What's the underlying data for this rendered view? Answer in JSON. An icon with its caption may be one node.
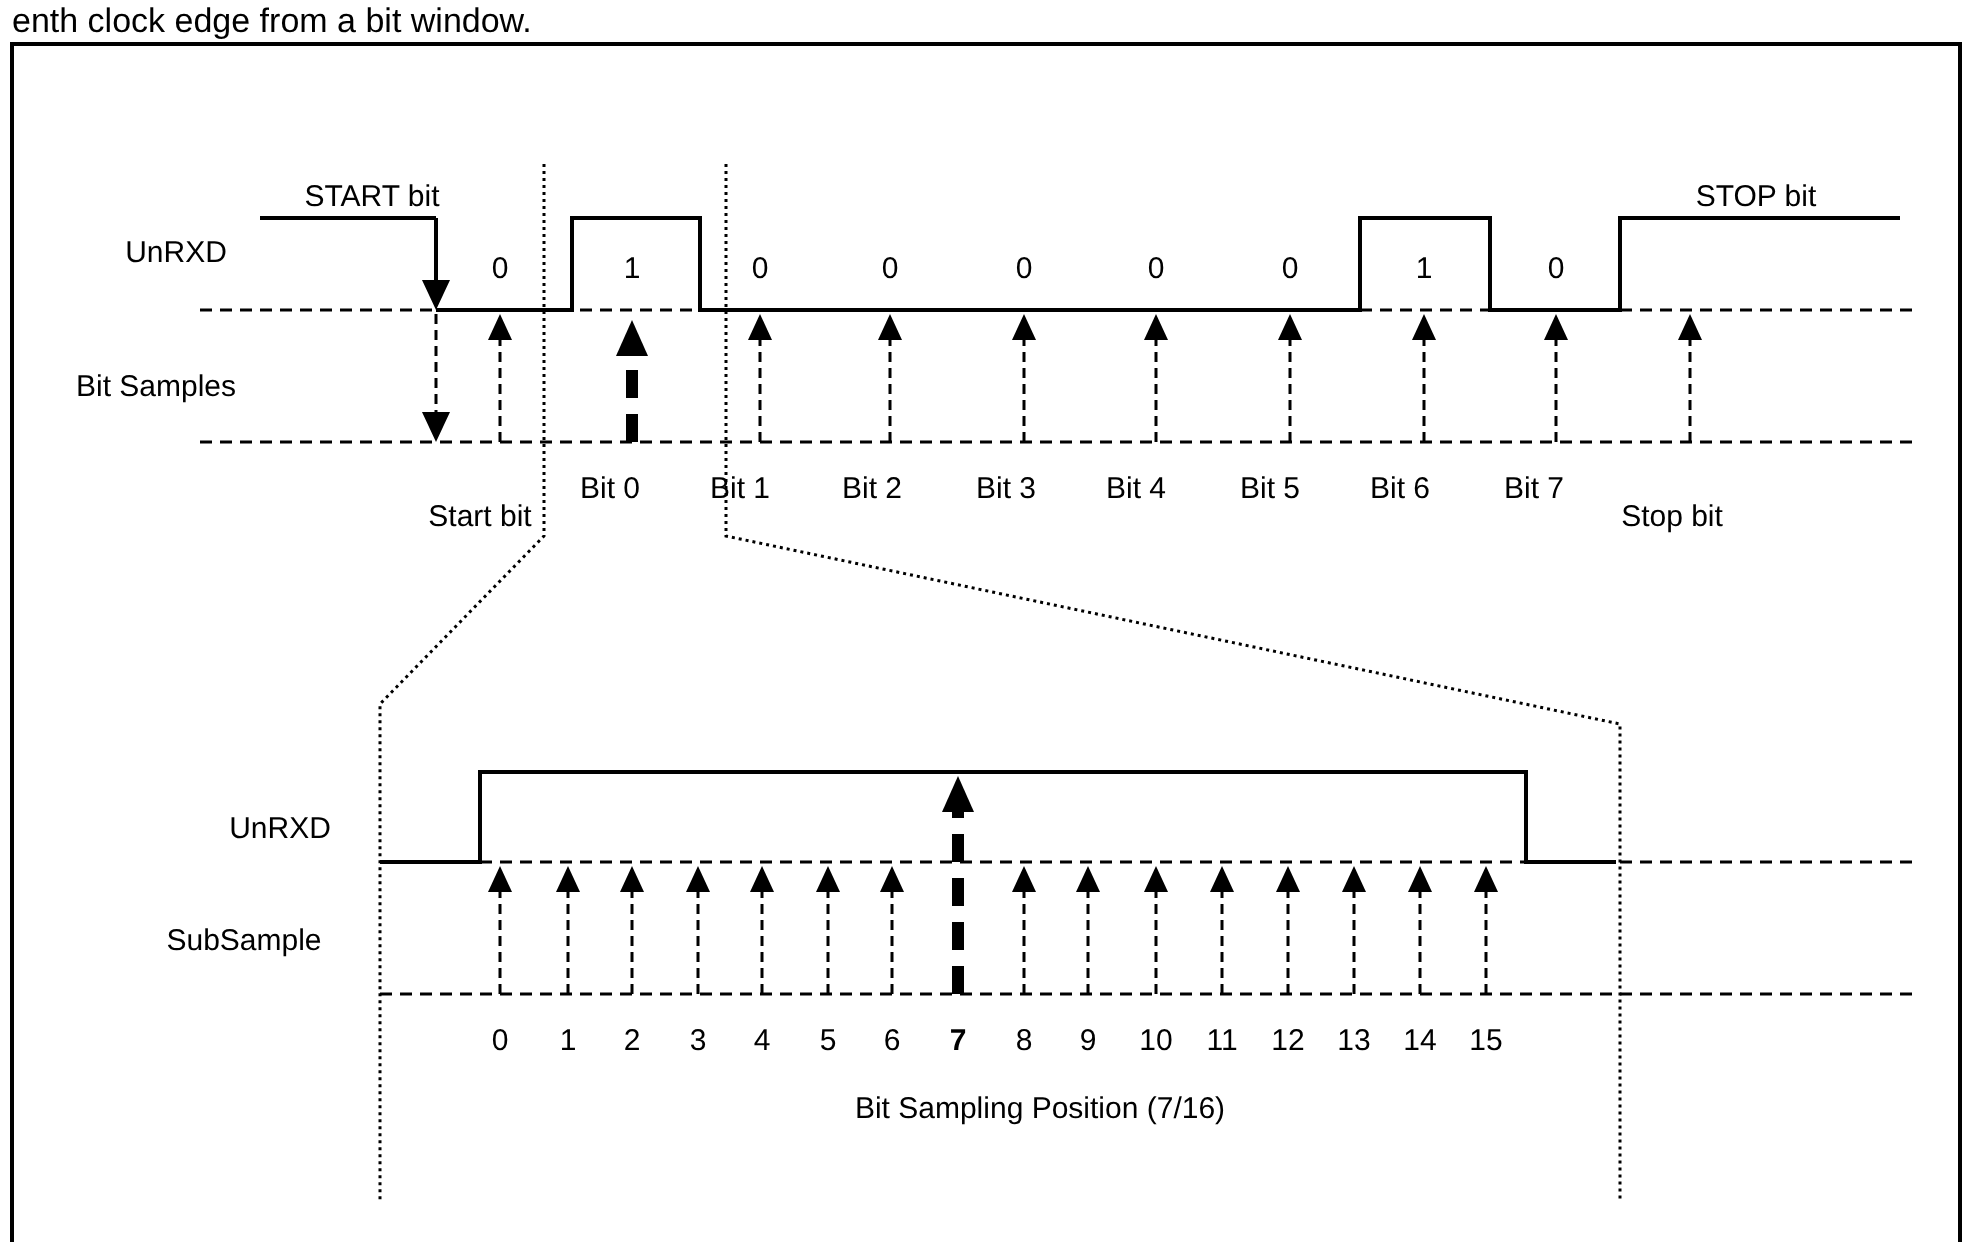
{
  "diagram": {
    "labels": [
      "enth clock edge from a bit window.",
      "START bit",
      "UnRXD",
      "STOP bit",
      "0",
      "1",
      "0",
      "0",
      "0",
      "0",
      "0",
      "1",
      "0",
      "Bit Samples",
      "Start bit",
      "Bit 0",
      "Bit 1",
      "Bit 2",
      "Bit 3",
      "Bit 4",
      "Bit 5",
      "Bit 6",
      "Bit 7",
      "Stop bit",
      "UnRXD",
      "SubSample",
      "0",
      "1",
      "2",
      "3",
      "4",
      "5",
      "6",
      "7",
      "8",
      "9",
      "10",
      "11",
      "12",
      "13",
      "14",
      "15",
      "Bit Sampling Position (7/16)"
    ]
  }
}
